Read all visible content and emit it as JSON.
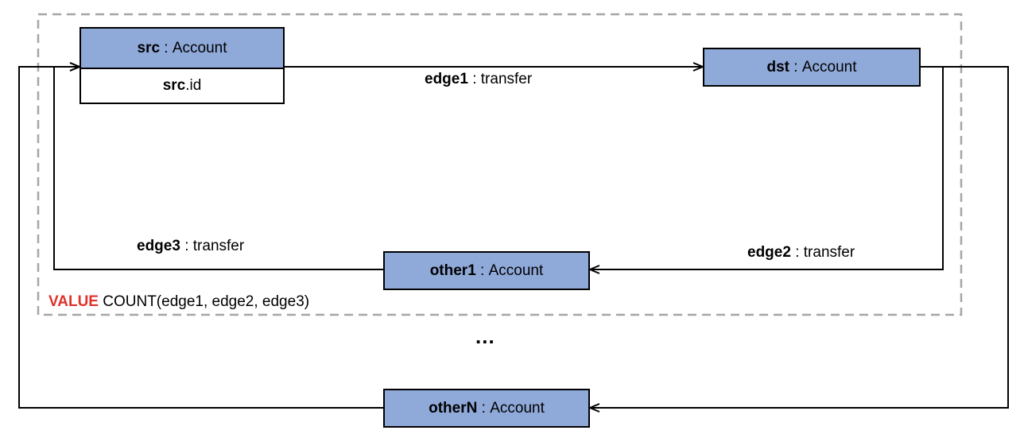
{
  "colors": {
    "node_fill": "#8fa9d9",
    "edge": "#000000",
    "scope_border": "#a6a6a6",
    "value_keyword": "#e0322b"
  },
  "nodes": {
    "src": {
      "var": "src",
      "sep": " : ",
      "type": "Account",
      "property_var": "src",
      "property_suffix": ".id"
    },
    "dst": {
      "var": "dst",
      "sep": " : ",
      "type": "Account"
    },
    "other1": {
      "var": "other1",
      "sep": " : ",
      "type": "Account"
    },
    "otherN": {
      "var": "otherN",
      "sep": " : ",
      "type": "Account"
    }
  },
  "edges": {
    "edge1": {
      "var": "edge1",
      "sep": " : ",
      "type": "transfer"
    },
    "edge2": {
      "var": "edge2",
      "sep": " : ",
      "type": "transfer"
    },
    "edge3": {
      "var": "edge3",
      "sep": " : ",
      "type": "transfer"
    }
  },
  "value": {
    "keyword": "VALUE",
    "expression": " COUNT(edge1, edge2, edge3)"
  },
  "ellipsis": "..."
}
